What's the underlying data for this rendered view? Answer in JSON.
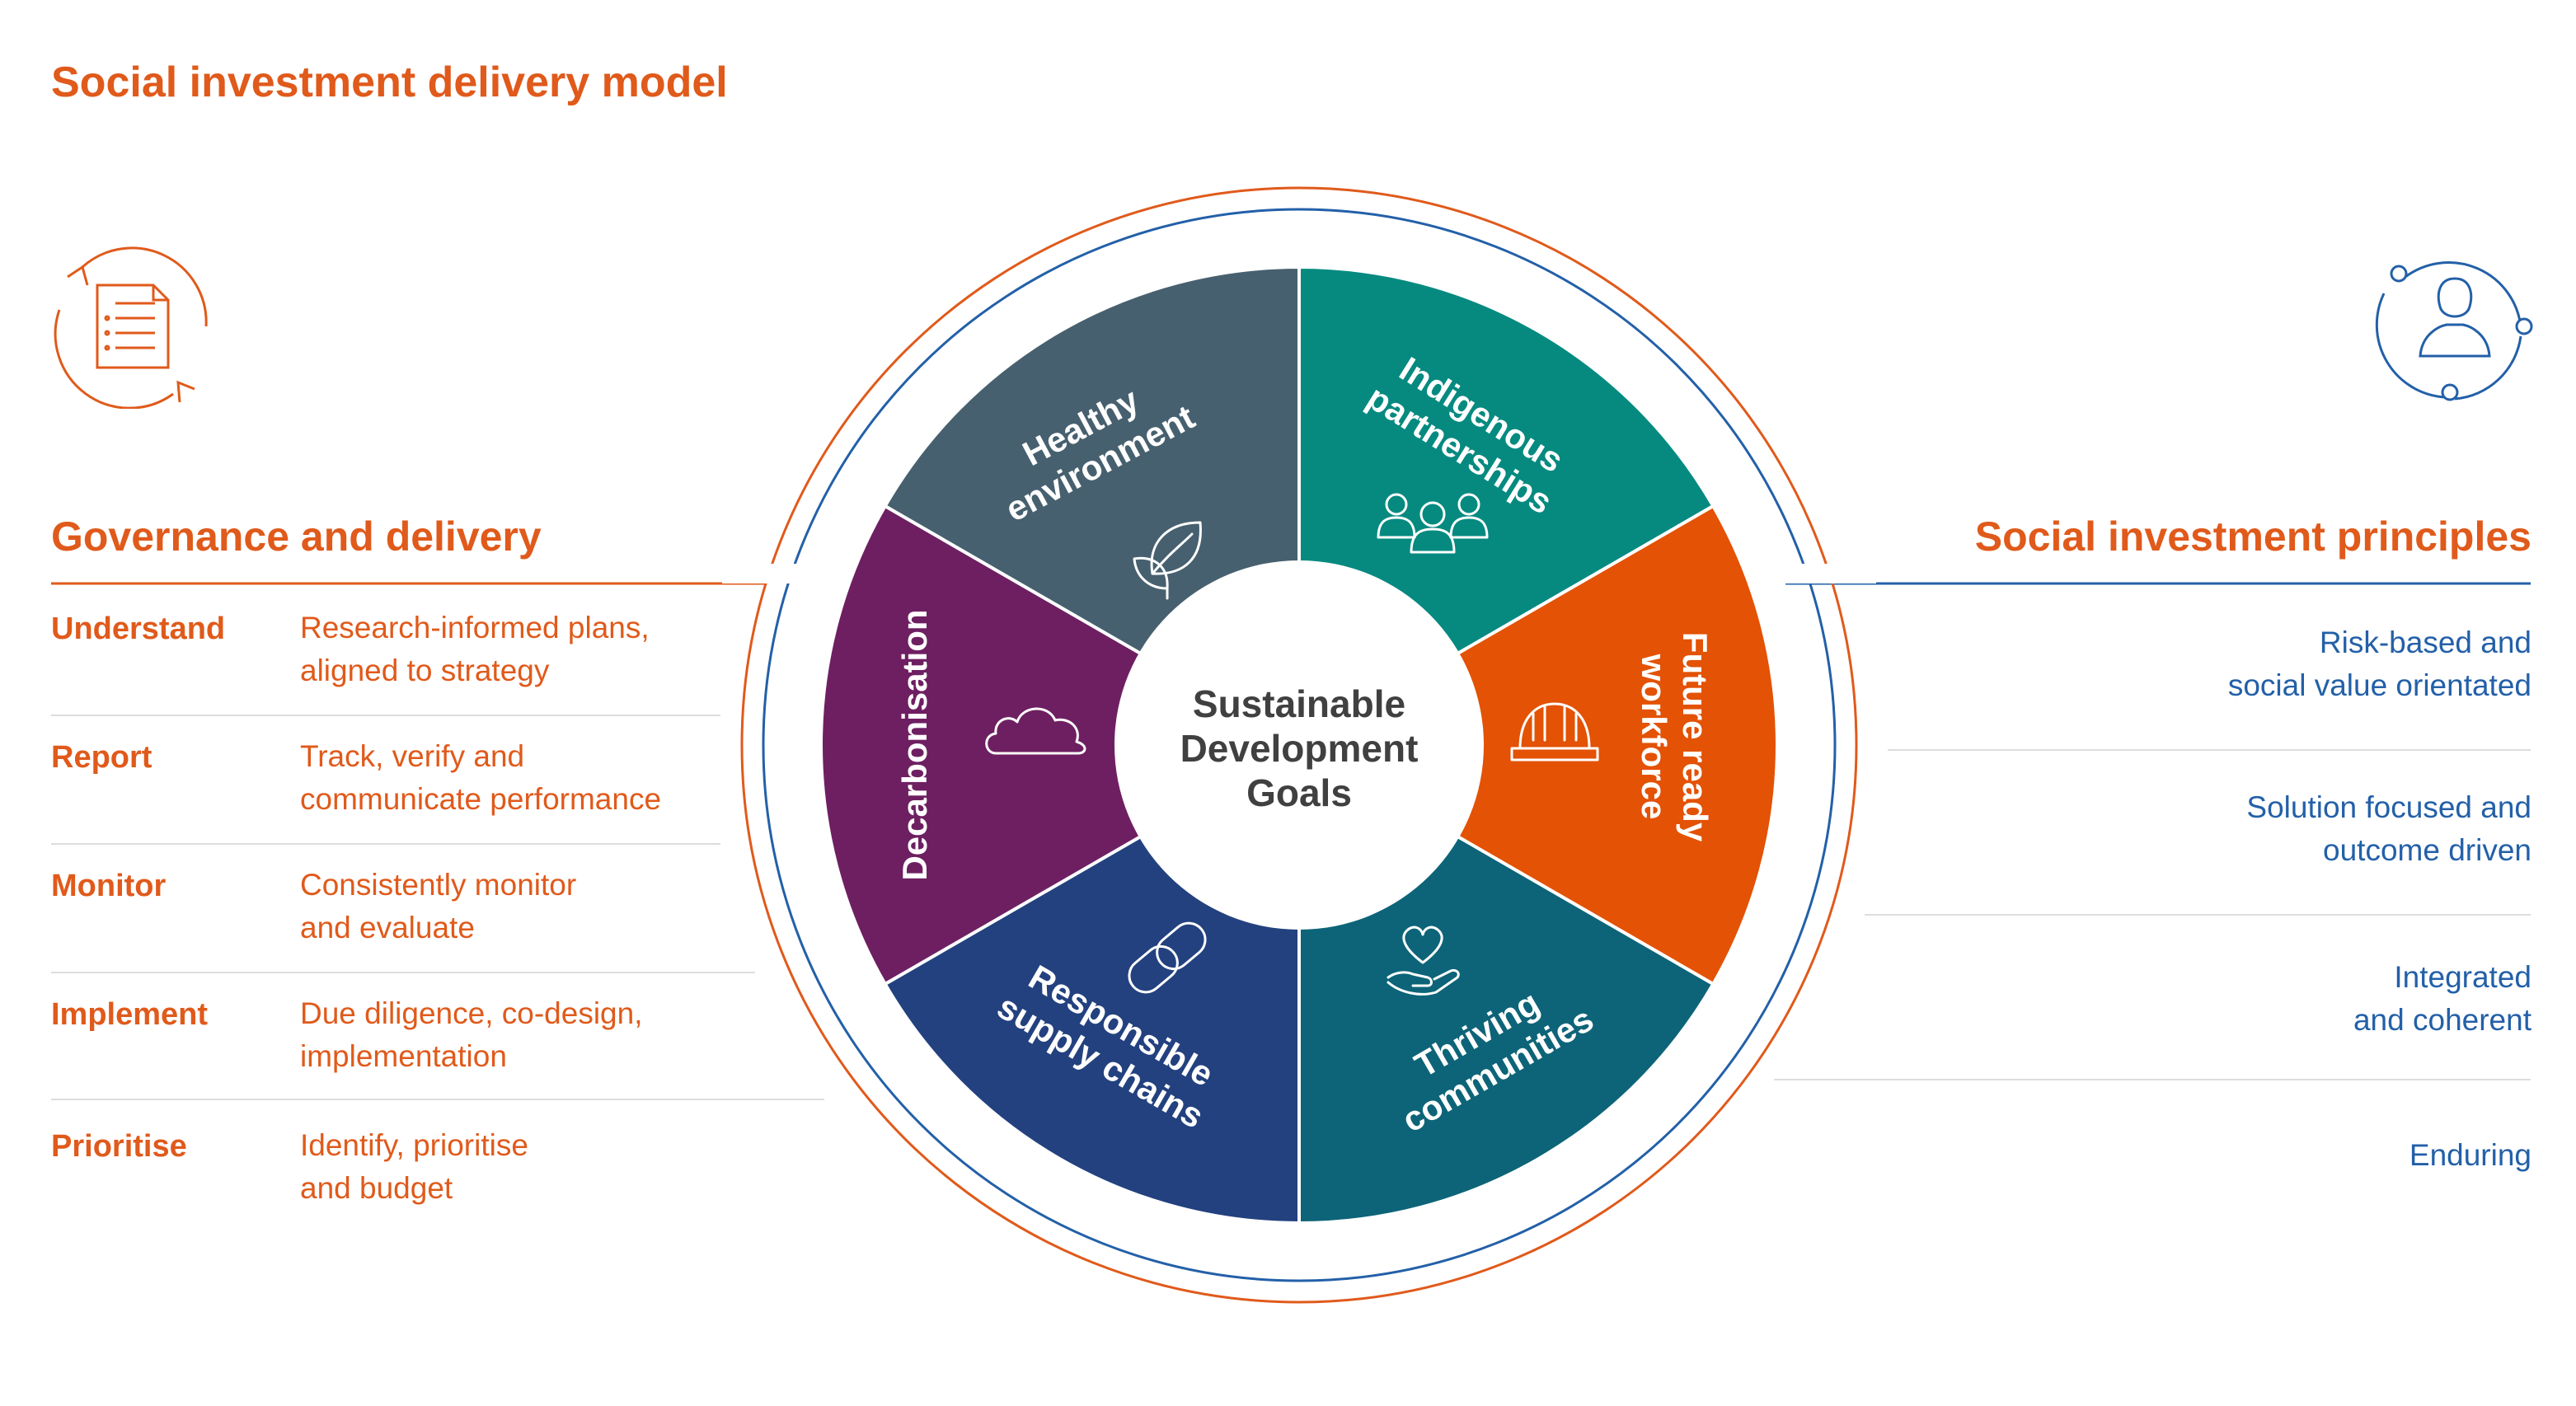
{
  "title": "Social investment delivery model",
  "governance": {
    "heading": "Governance and delivery",
    "items": [
      {
        "term": "Understand",
        "line1": "Research-informed plans,",
        "line2": "aligned to strategy"
      },
      {
        "term": "Report",
        "line1": "Track, verify and",
        "line2": "communicate performance"
      },
      {
        "term": "Monitor",
        "line1": "Consistently monitor",
        "line2": "and evaluate"
      },
      {
        "term": "Implement",
        "line1": "Due diligence, co-design,",
        "line2": "implementation"
      },
      {
        "term": "Prioritise",
        "line1": "Identify, prioritise",
        "line2": "and budget"
      }
    ]
  },
  "principles": {
    "heading": "Social investment principles",
    "items": [
      {
        "line1": "Risk-based and",
        "line2": "social value orientated"
      },
      {
        "line1": "Solution focused and",
        "line2": "outcome driven"
      },
      {
        "line1": "Integrated",
        "line2": "and coherent"
      },
      {
        "line1": "",
        "line2": "Enduring"
      }
    ]
  },
  "wheel": {
    "center": {
      "line1": "Sustainable",
      "line2": "Development",
      "line3": "Goals"
    },
    "segments": [
      {
        "line1": "Healthy",
        "line2": "environment",
        "color": "#068a80",
        "icon": "leaf-icon"
      },
      {
        "line1": "Indigenous",
        "line2": "partnerships",
        "color": "#e35205",
        "icon": "people-group-icon"
      },
      {
        "line1": "Future ready",
        "line2": "workforce",
        "color": "#0d6478",
        "icon": "hard-hat-icon"
      },
      {
        "line1": "Thriving",
        "line2": "communities",
        "color": "#23417f",
        "icon": "heart-hand-icon"
      },
      {
        "line1": "Responsible",
        "line2": "supply chains",
        "color": "#6e1f62",
        "icon": "chain-link-icon"
      },
      {
        "line1": "",
        "line2": "Decarbonisation",
        "color": "#47606f",
        "icon": "cloud-icon"
      }
    ]
  },
  "colors": {
    "orange": "#e05a1b",
    "blue": "#2360a8",
    "separator": "#dddddd"
  },
  "icons": {
    "governance": "document-cycle-icon",
    "principles": "person-network-icon"
  }
}
